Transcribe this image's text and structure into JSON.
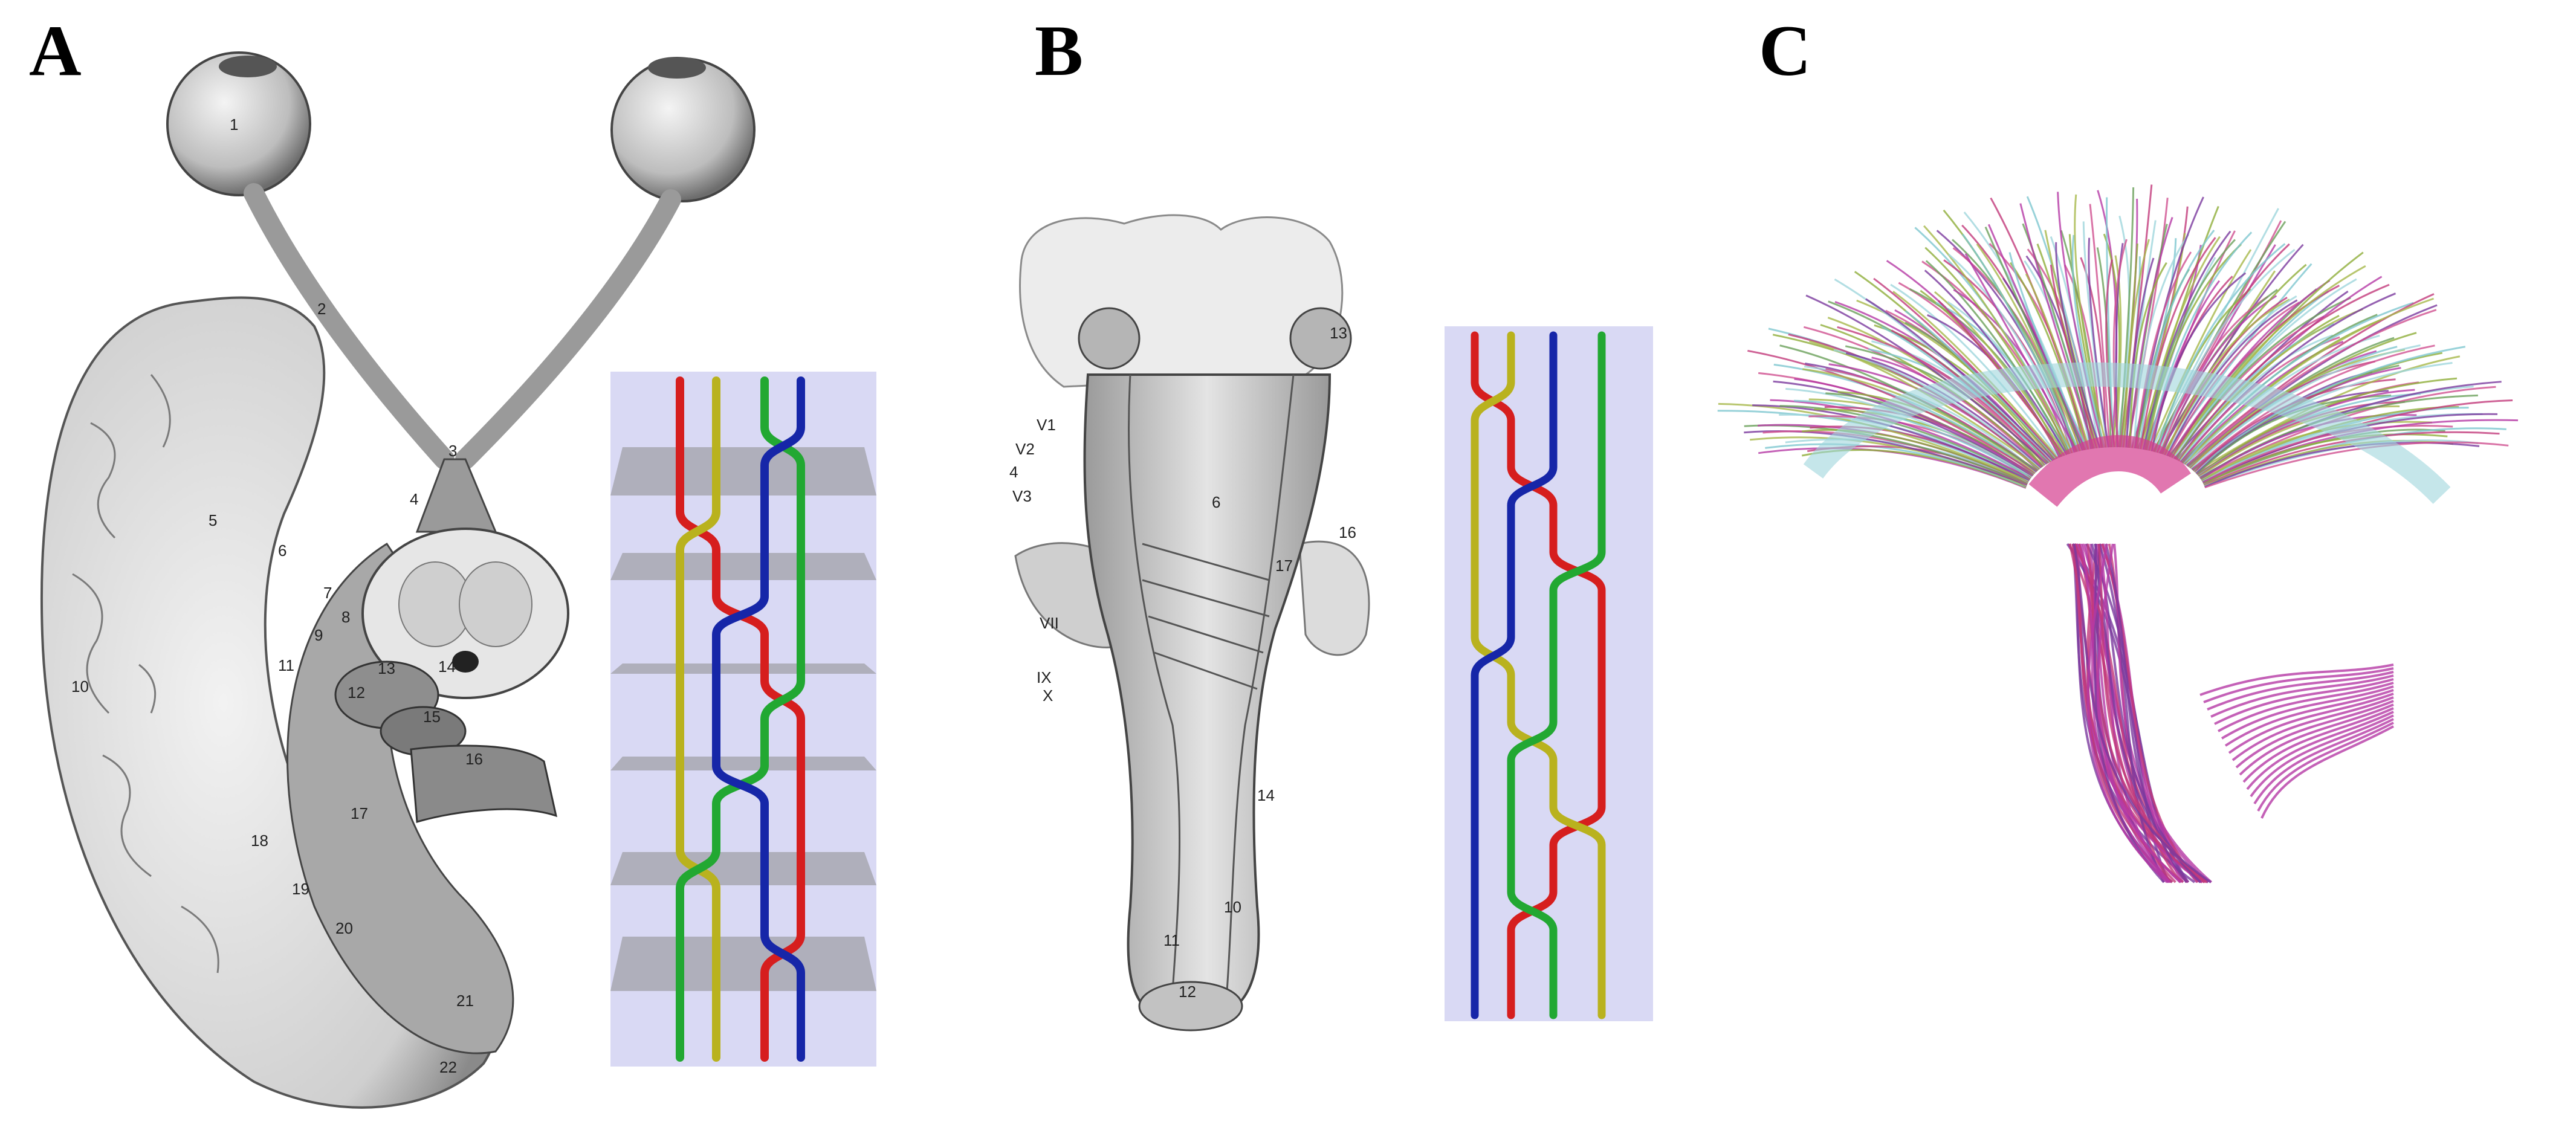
{
  "panels": {
    "a": {
      "letter": "A",
      "structure_labels": [
        "1",
        "2",
        "3",
        "4",
        "5",
        "6",
        "7",
        "8",
        "9",
        "10",
        "11",
        "12",
        "13",
        "14",
        "15",
        "16",
        "17",
        "18",
        "19",
        "20",
        "21",
        "22"
      ]
    },
    "b": {
      "letter": "B",
      "structure_labels": [
        "6",
        "10",
        "11",
        "12",
        "13",
        "14",
        "16",
        "17",
        "V1",
        "V2",
        "V3",
        "4",
        "VII",
        "IX",
        "X"
      ]
    },
    "c": {
      "letter": "C"
    }
  },
  "colors": {
    "red": "#d61e1e",
    "yellow": "#b9b21e",
    "green": "#22a832",
    "blue": "#1626a8",
    "schema_bg": "#d9d9f4",
    "plane": "#8c8c8c"
  }
}
